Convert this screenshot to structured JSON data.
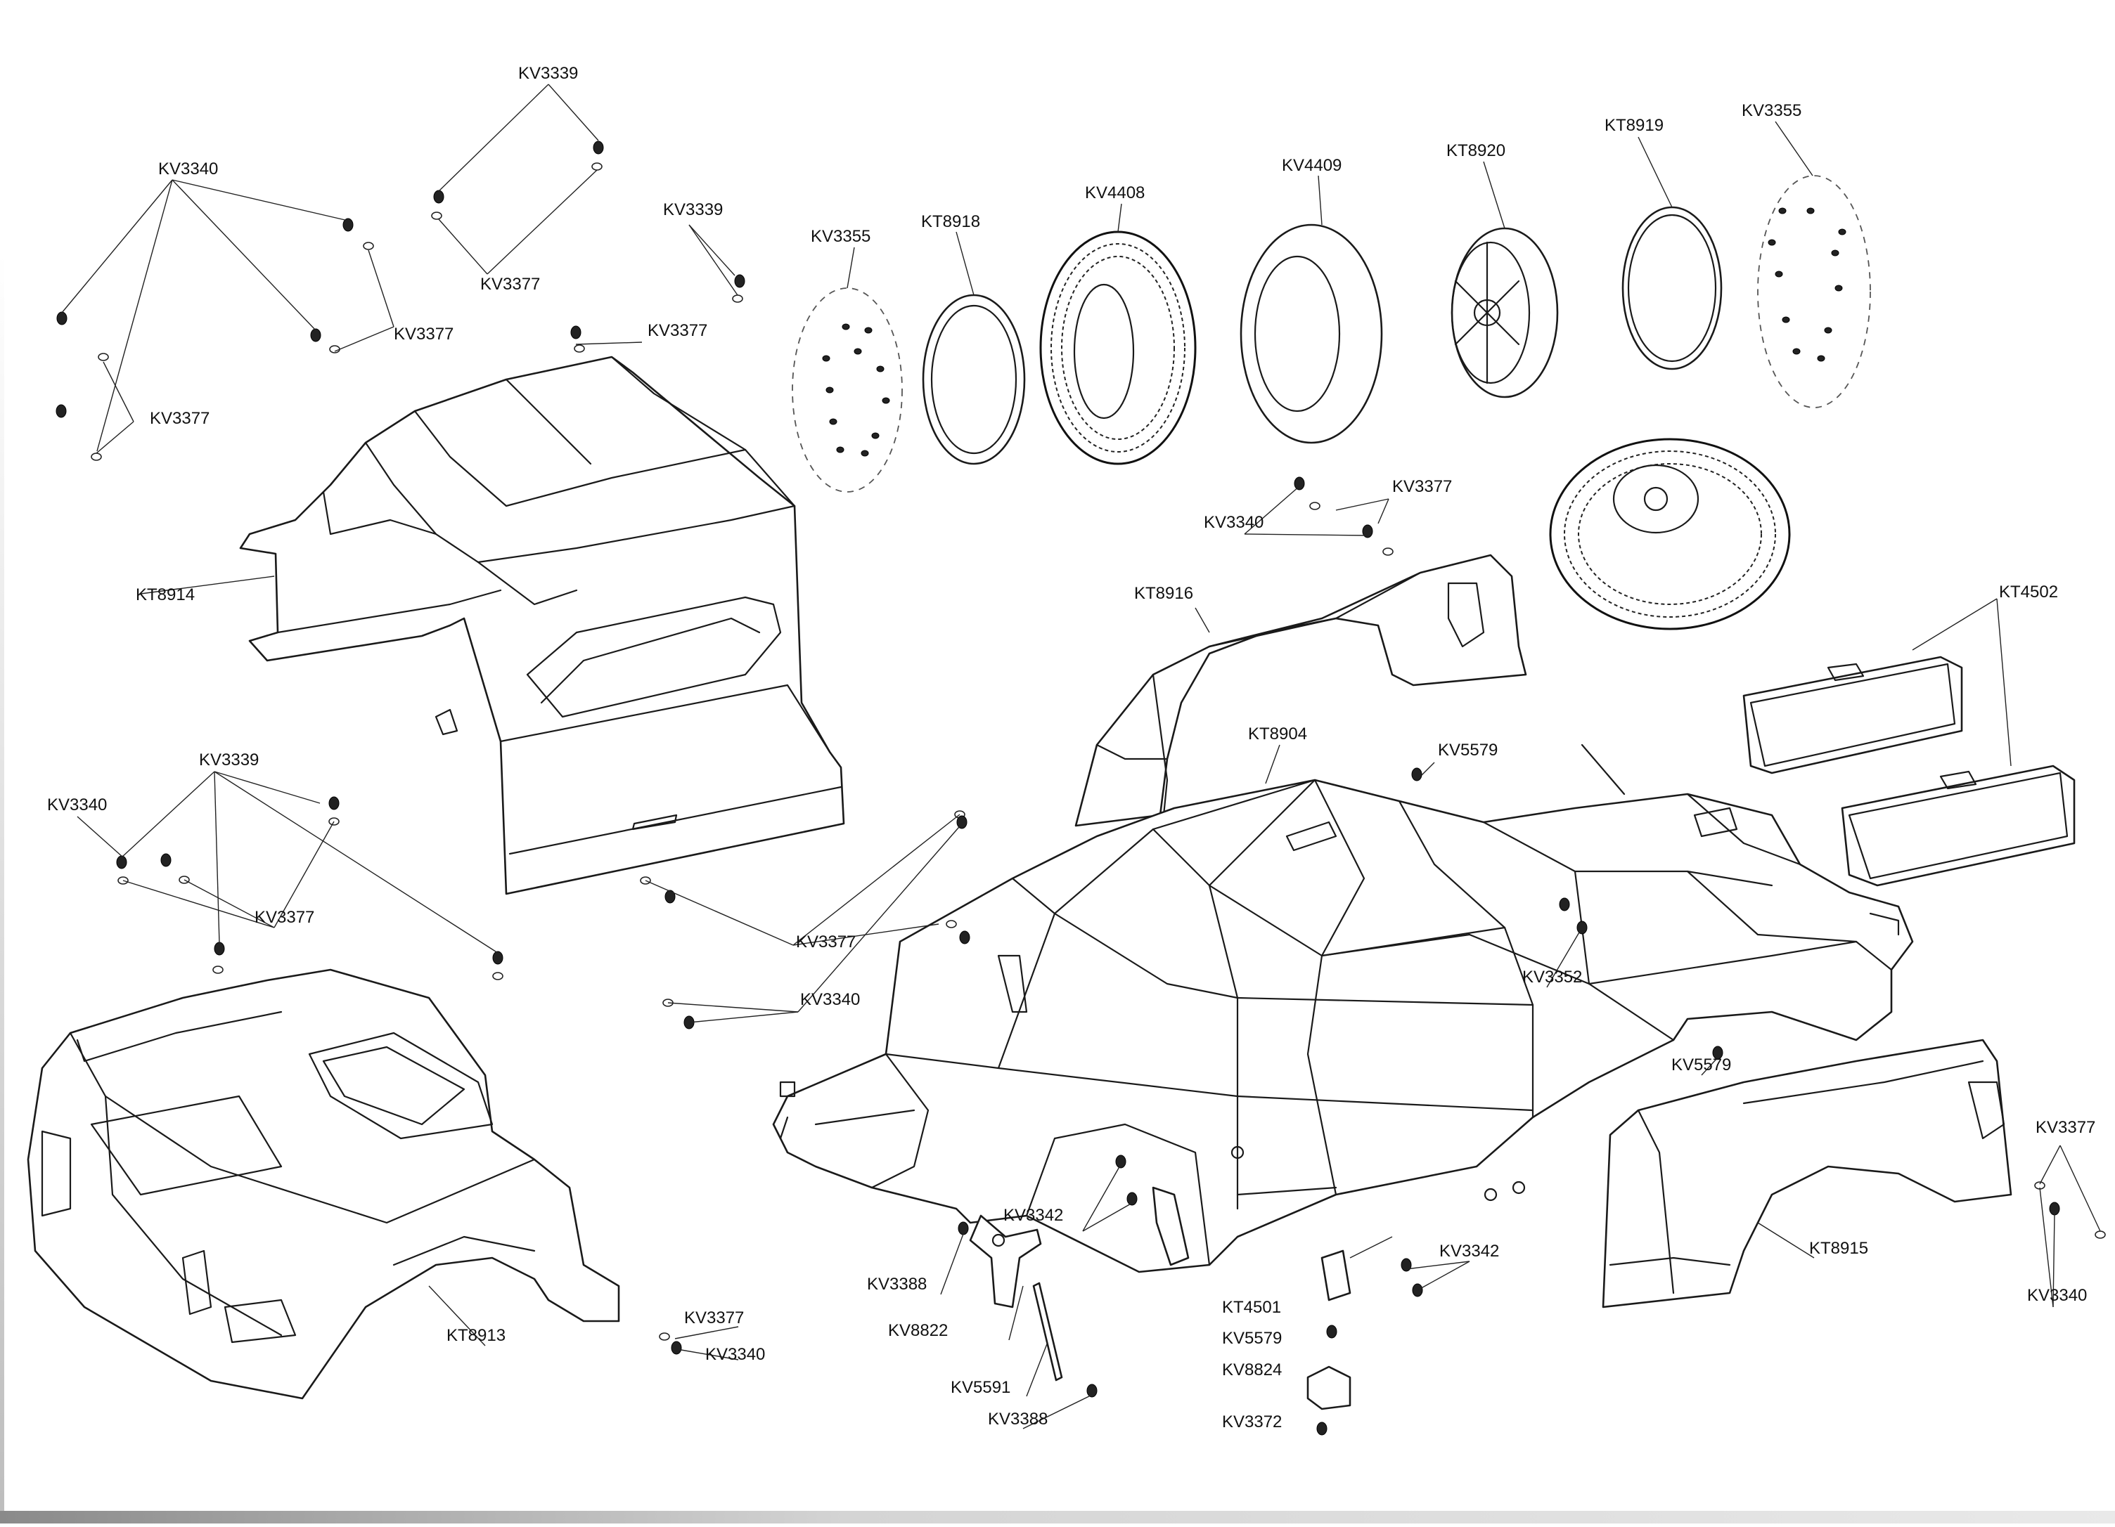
{
  "diagram": {
    "type": "exploded-parts-diagram",
    "labels": [
      "KV3339",
      "KV3340",
      "KV3377",
      "KV3339",
      "KV3377",
      "KV3377",
      "KV3377",
      "KV3355",
      "KT8918",
      "KV4408",
      "KV4409",
      "KT8920",
      "KT8919",
      "KV3355",
      "KV3377",
      "KV3340",
      "KT8914",
      "KT8916",
      "KT4502",
      "KT8904",
      "KV5579",
      "KV3339",
      "KV3340",
      "KV3377",
      "KV3377",
      "KV3340",
      "KV3352",
      "KV5579",
      "KV3377",
      "KT8915",
      "KV3340",
      "KV3342",
      "KV3388",
      "KV3342",
      "KT4501",
      "KV8822",
      "KV5579",
      "KV8824",
      "KV5591",
      "KV3388",
      "KV3372",
      "KV3377",
      "KV3340",
      "KT8913"
    ],
    "colors": {
      "line": "#1a1a1a",
      "background": "#ffffff"
    }
  }
}
